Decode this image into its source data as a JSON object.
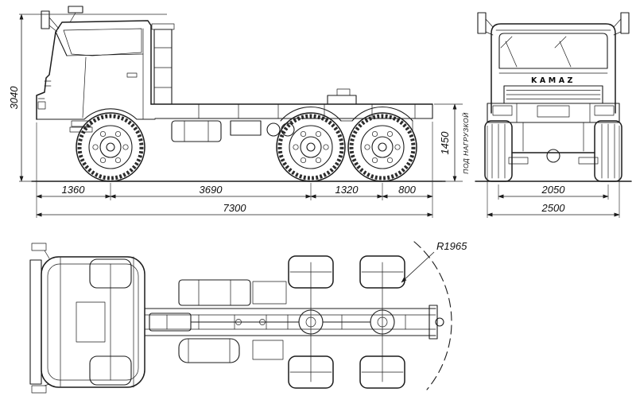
{
  "meta": {
    "background_color": "#ffffff",
    "line_color": "#1c1c1c",
    "drawing_subject": "truck-chassis-three-view-drawing"
  },
  "side_view": {
    "dim_overall_height": "3040",
    "dim_front_overhang": "1360",
    "dim_wheelbase": "3690",
    "dim_bogie_spacing": "1320",
    "dim_rear_overhang": "800",
    "dim_overall_length": "7300",
    "dim_frame_height_loaded": "1450",
    "loaded_note": "ПОД НАГРУЗКОЙ"
  },
  "front_view": {
    "grille_badge": "KAMAZ",
    "dim_track": "2050",
    "dim_overall_width": "2500"
  },
  "top_view": {
    "turning_radius_label": "R1965"
  }
}
